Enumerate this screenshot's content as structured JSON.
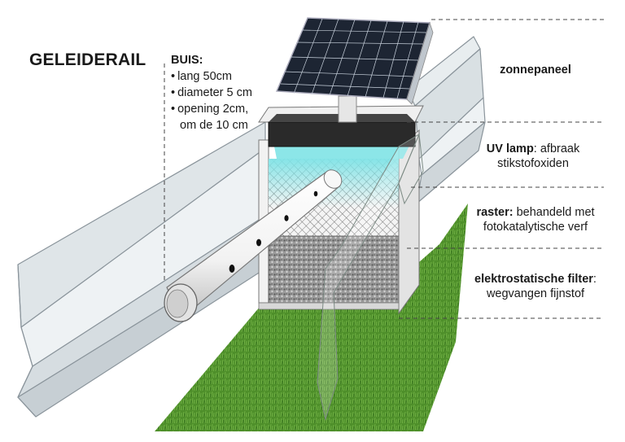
{
  "title": "GELEIDERAIL",
  "pipe_spec": {
    "heading": "BUIS:",
    "items": [
      "lang 50cm",
      "diameter 5 cm",
      "opening 2cm,"
    ],
    "continuation": "om de 10 cm"
  },
  "labels": {
    "solar": {
      "text": "zonnepaneel"
    },
    "uv": {
      "bold": "UV lamp",
      "text": ": afbraak",
      "line2": "stikstofoxiden"
    },
    "raster": {
      "bold": "raster:",
      "text": " behandeld met",
      "line2": "fotokatalytische verf"
    },
    "filter": {
      "bold": "elektrostatische filter",
      "text": ":",
      "line2": "wegvangen fijnstof"
    }
  },
  "colors": {
    "grass": "#4e8f2a",
    "rail": "#e6ebee",
    "solar_panel": "#1d2533",
    "uv_glow": "#7fe3e6",
    "filter": "#8b8b8b"
  }
}
